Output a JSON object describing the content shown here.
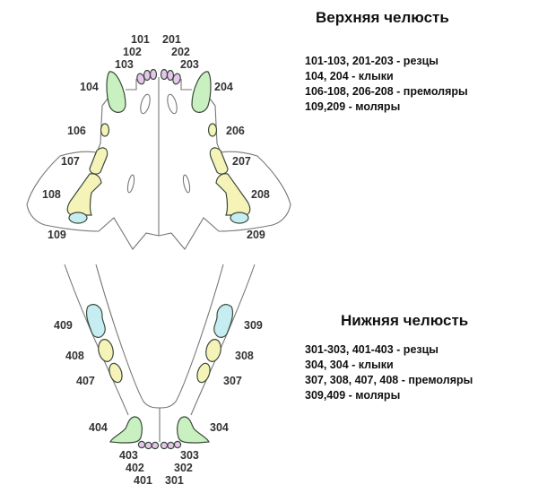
{
  "upper": {
    "title": "Верхняя челюсть",
    "legend": [
      "101-103, 201-203 - резцы",
      "104, 204 - клыки",
      "106-108, 206-208 - премоляры",
      "109,209 - моляры"
    ],
    "labels": {
      "l101": "101",
      "l102": "102",
      "l103": "103",
      "l104": "104",
      "l106": "106",
      "l107": "107",
      "l108": "108",
      "l109": "109",
      "r201": "201",
      "r202": "202",
      "r203": "203",
      "r204": "204",
      "r206": "206",
      "r207": "207",
      "r208": "208",
      "r209": "209"
    }
  },
  "lower": {
    "title": "Нижняя челюсть",
    "legend": [
      "301-303, 401-403 - резцы",
      "304, 304 - клыки",
      "307, 308, 407, 408 - премоляры",
      "309,409 - моляры"
    ],
    "labels": {
      "l401": "401",
      "l402": "402",
      "l403": "403",
      "l404": "404",
      "l407": "407",
      "l408": "408",
      "l409": "409",
      "r301": "301",
      "r302": "302",
      "r303": "303",
      "r304": "304",
      "r307": "307",
      "r308": "308",
      "r309": "309"
    }
  },
  "colors": {
    "incisor": "#e6c6ec",
    "canine": "#c8f0c0",
    "premolar": "#f6f3b8",
    "molar": "#c6eef2"
  }
}
